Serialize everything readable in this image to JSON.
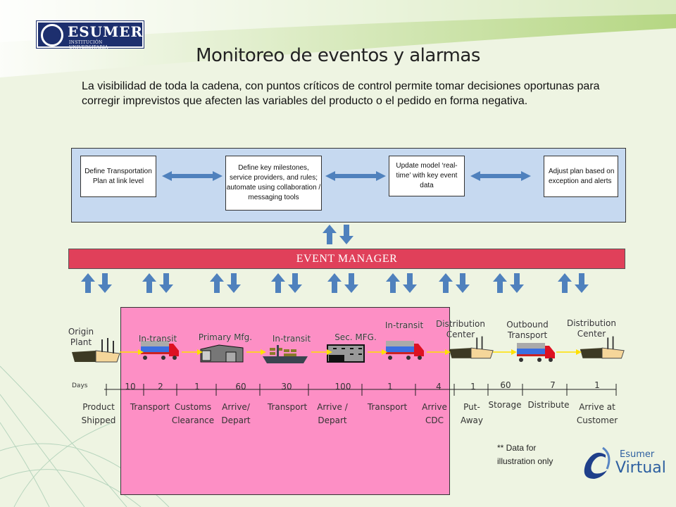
{
  "header": {
    "logo_name": "ESUMER",
    "logo_subtitle": "INSTITUCIÓN UNIVERSITARIA",
    "title": "Monitoreo de eventos y alarmas"
  },
  "intro": "La visibilidad de toda la cadena, con puntos críticos de control permite tomar decisiones oportunas para corregir imprevistos que afecten las variables del producto o el pedido en forma negativa.",
  "process": [
    "Define Transportation Plan at link level",
    "Define key milestones, service providers, and rules; automate using collaboration / messaging tools",
    "Update model ‘real-time’ with key event data",
    "Adjust plan based on exception and alerts"
  ],
  "event_manager": "EVENT  MANAGER",
  "stages": {
    "origin": "Origin Plant",
    "transit1": "In-transit",
    "primary": "Primary Mfg.",
    "transit2": "In-transit",
    "secondary": "Sec. MFG.",
    "transit3": "In-transit",
    "dc1": "Distribution Center",
    "outbound": "Outbound Transport",
    "dc2": "Distribution Center"
  },
  "timeline": {
    "days_label": "Days",
    "days": [
      "10",
      "2",
      "1",
      "60",
      "30",
      "100",
      "1",
      "4",
      "1",
      "60",
      "7",
      "1"
    ],
    "milestones": [
      "Product Shipped",
      "Transport",
      "Customs Clearance",
      "Arrive/ Depart",
      "Transport",
      "Arrive / Depart",
      "Transport",
      "Arrive CDC",
      "Put- Away",
      "Storage",
      "Distribute",
      "Arrive at Customer"
    ]
  },
  "note": "** Data for illustration only",
  "footer_logo": {
    "line1": "Esumer",
    "line2": "Virtual"
  },
  "colors": {
    "panel": "#c6d9f0",
    "event_manager": "#e0405a",
    "pink": "#fd8fc5",
    "arrow": "#4f81bd",
    "logo": "#1d2f6e"
  }
}
